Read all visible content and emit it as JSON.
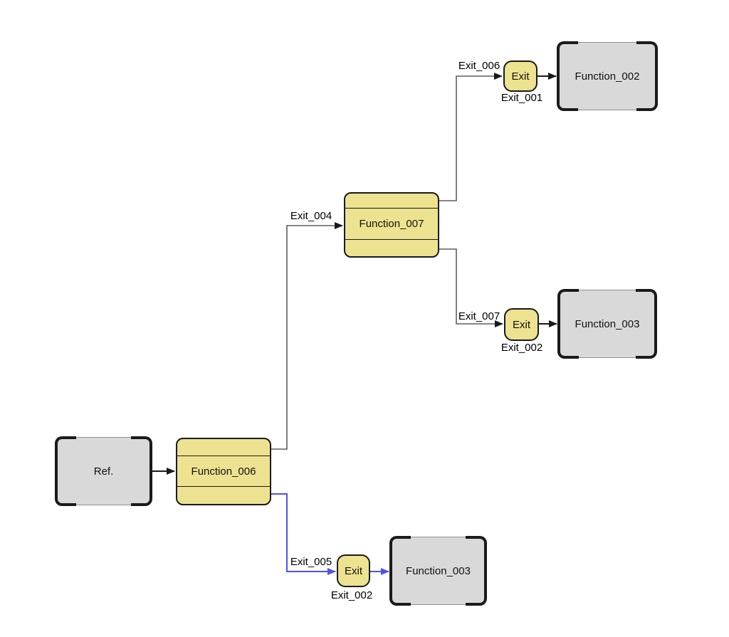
{
  "diagram": {
    "colors": {
      "function_fill": "#EDE28F",
      "reference_fill": "#D9D9D9",
      "node_border": "#1a1a1a",
      "connector": "#5f5f5f",
      "highlight_connector": "#5050F0",
      "background": "#ffffff"
    },
    "nodes": {
      "ref": {
        "label": "Ref.",
        "type": "reference"
      },
      "function_006": {
        "label": "Function_006",
        "type": "function"
      },
      "function_007": {
        "label": "Function_007",
        "type": "function"
      },
      "function_002": {
        "label": "Function_002",
        "type": "reference"
      },
      "function_003_upper": {
        "label": "Function_003",
        "type": "reference"
      },
      "function_003_lower": {
        "label": "Function_003",
        "type": "reference"
      },
      "exit_top": {
        "label": "Exit",
        "caption": "Exit_001"
      },
      "exit_middle": {
        "label": "Exit",
        "caption": "Exit_002"
      },
      "exit_bottom": {
        "label": "Exit",
        "caption": "Exit_002"
      }
    },
    "edges": {
      "exit_004": {
        "label": "Exit_004"
      },
      "exit_005": {
        "label": "Exit_005"
      },
      "exit_006": {
        "label": "Exit_006"
      },
      "exit_007": {
        "label": "Exit_007"
      }
    }
  }
}
